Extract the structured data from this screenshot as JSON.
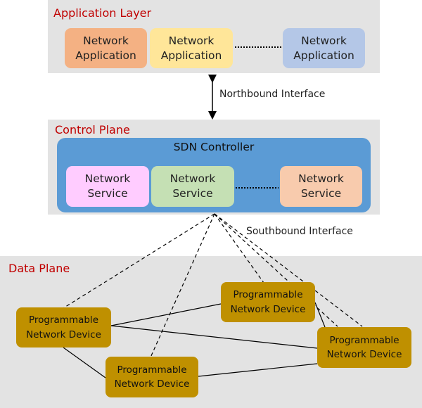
{
  "application_layer": {
    "title": "Application Layer",
    "apps": [
      {
        "label": "Network Application",
        "color": "#f4b183"
      },
      {
        "label": "Network Application",
        "color": "#ffe699"
      },
      {
        "label": "Network Application",
        "color": "#b4c7e7"
      }
    ]
  },
  "northbound_label": "Northbound Interface",
  "control_plane": {
    "title": "Control Plane",
    "controller_title": "SDN Controller",
    "controller_color": "#5b9bd5",
    "services": [
      {
        "label": "Network Service",
        "color": "#ffccff"
      },
      {
        "label": "Network Service",
        "color": "#c5e0b4"
      },
      {
        "label": "Network Service",
        "color": "#f8cbad"
      }
    ]
  },
  "southbound_label": "Southbound Interface",
  "data_plane": {
    "title": "Data Plane",
    "device_color": "#bf9000",
    "devices": [
      {
        "id": "left",
        "label": "Programmable Network Device"
      },
      {
        "id": "top",
        "label": "Programmable Network Device"
      },
      {
        "id": "right",
        "label": "Programmable Network Device"
      },
      {
        "id": "bottom",
        "label": "Programmable Network Device"
      }
    ]
  }
}
